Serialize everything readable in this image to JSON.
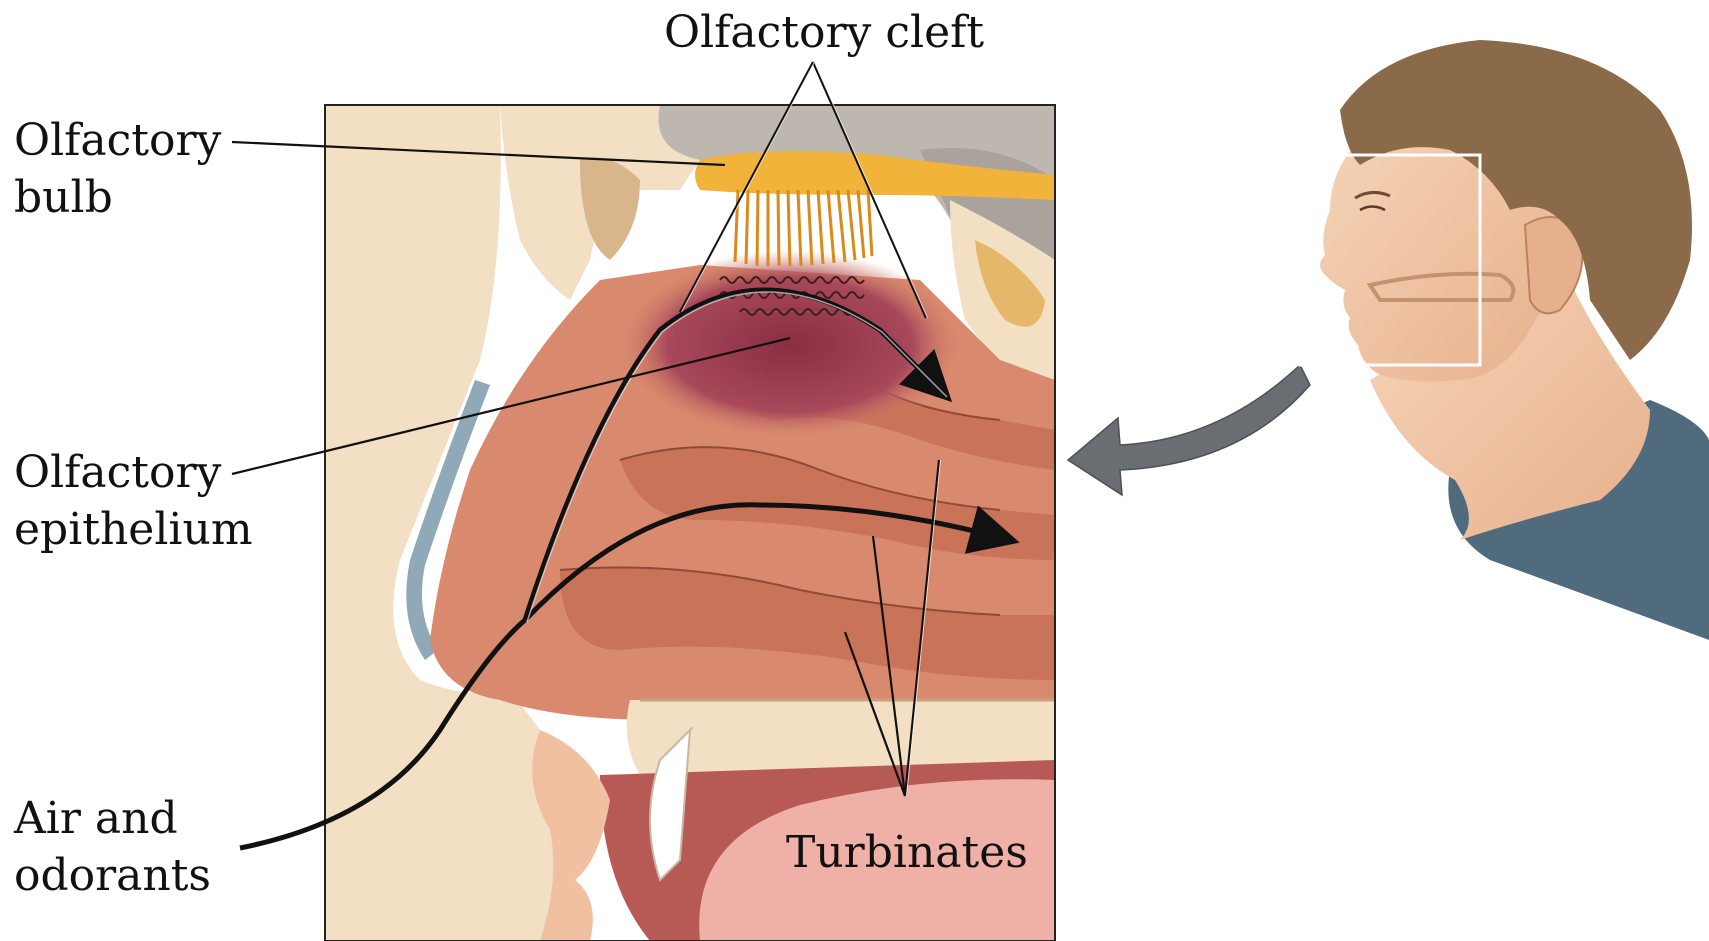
{
  "labels": {
    "olfactory_cleft": "Olfactory cleft",
    "olfactory_bulb": [
      "Olfactory",
      "bulb"
    ],
    "olfactory_epithelium": [
      "Olfactory",
      "epithelium"
    ],
    "air_and_odorants": [
      "Air and",
      "odorants"
    ],
    "turbinates": "Turbinates"
  },
  "colors": {
    "label_text": "#111111",
    "leader_line": "#111111",
    "airflow_arrow": "#111111",
    "bone_beige": "#f3dfc4",
    "bone_tan": "#d9b58c",
    "mucosa": "#d98a6e",
    "olfactory_region": "#9b3a4a",
    "nerve_yellow": "#f2b33a",
    "brain_grey": "#bdb7b0",
    "cartilage_blue": "#8fa9b8",
    "tongue_pink": "#efb0a8",
    "skin": "#f0c6a4",
    "hair": "#8a6a48",
    "shirt": "#4f6b7d",
    "pointer_arrow": "#6a6e72"
  },
  "icons": {
    "pointer_arrow": "curved-arrow-icon",
    "person": "head-profile-illustration"
  }
}
